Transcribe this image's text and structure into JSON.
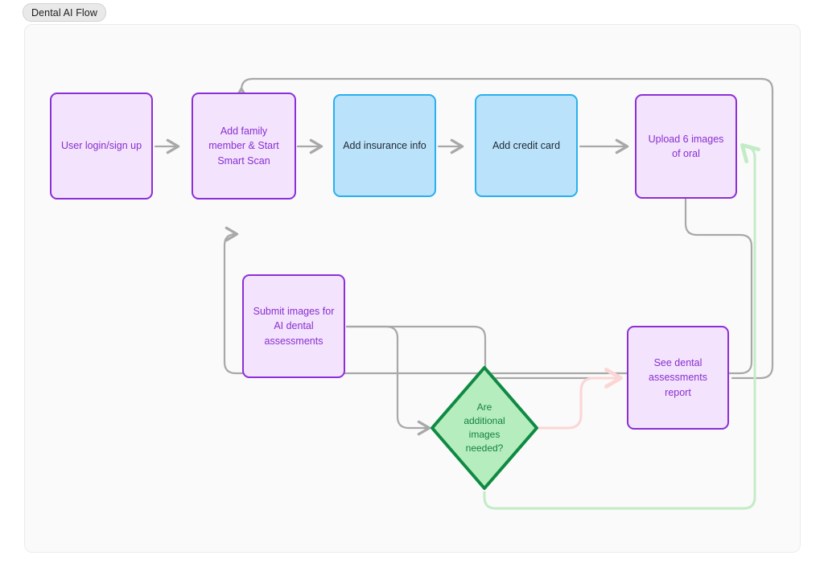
{
  "window": {
    "title": "Dental AI Flow",
    "background": "#ffffff",
    "canvas_background": "#fafafa"
  },
  "theme": {
    "purple_fill": "#f3e3fd",
    "purple_border": "#8b2fd6",
    "purple_text": "#8a2fd0",
    "blue_fill": "#bae3fb",
    "blue_border": "#29b0ee",
    "blue_text": "#222a33",
    "green_fill": "#b6edbf",
    "green_border": "#0f8a43",
    "green_text": "#12823f",
    "edge_gray": "#a8a8a8",
    "edge_pink": "#fbd6d6",
    "edge_green": "#c3ecc6"
  },
  "diagram": {
    "type": "flowchart",
    "title": "Dental AI Flow",
    "nodes": [
      {
        "id": "login",
        "label": "User login/sign up",
        "shape": "rounded-rect",
        "style": "purple"
      },
      {
        "id": "family",
        "label": "Add family\nmember & Start\nSmart Scan",
        "shape": "rounded-rect",
        "style": "purple"
      },
      {
        "id": "insurance",
        "label": "Add insurance info",
        "shape": "rounded-rect",
        "style": "blue"
      },
      {
        "id": "creditcard",
        "label": "Add credit card",
        "shape": "rounded-rect",
        "style": "blue"
      },
      {
        "id": "upload",
        "label": "Upload 6 images\nof oral",
        "shape": "rounded-rect",
        "style": "purple"
      },
      {
        "id": "submit",
        "label": "Submit images for\nAI dental\nassessments",
        "shape": "rounded-rect",
        "style": "purple"
      },
      {
        "id": "decision",
        "label": "Are\nadditional\nimages\nneeded?",
        "shape": "diamond",
        "style": "green"
      },
      {
        "id": "report",
        "label": "See dental\nassessments\nreport",
        "shape": "rounded-rect",
        "style": "purple"
      }
    ],
    "edges": [
      {
        "from": "login",
        "to": "family",
        "color": "gray",
        "label": ""
      },
      {
        "from": "family",
        "to": "insurance",
        "color": "gray",
        "label": ""
      },
      {
        "from": "insurance",
        "to": "creditcard",
        "color": "gray",
        "label": ""
      },
      {
        "from": "creditcard",
        "to": "upload",
        "color": "gray",
        "label": ""
      },
      {
        "from": "report",
        "to": "family",
        "color": "gray",
        "label": ""
      },
      {
        "from": "upload",
        "to": "submit",
        "color": "gray",
        "label": ""
      },
      {
        "from": "submit",
        "to": "decision",
        "color": "gray",
        "label": ""
      },
      {
        "from": "submit",
        "to": "report",
        "color": "gray",
        "label": ""
      },
      {
        "from": "decision",
        "to": "report",
        "color": "pink",
        "label": ""
      },
      {
        "from": "decision",
        "to": "upload",
        "color": "green",
        "label": ""
      }
    ]
  }
}
